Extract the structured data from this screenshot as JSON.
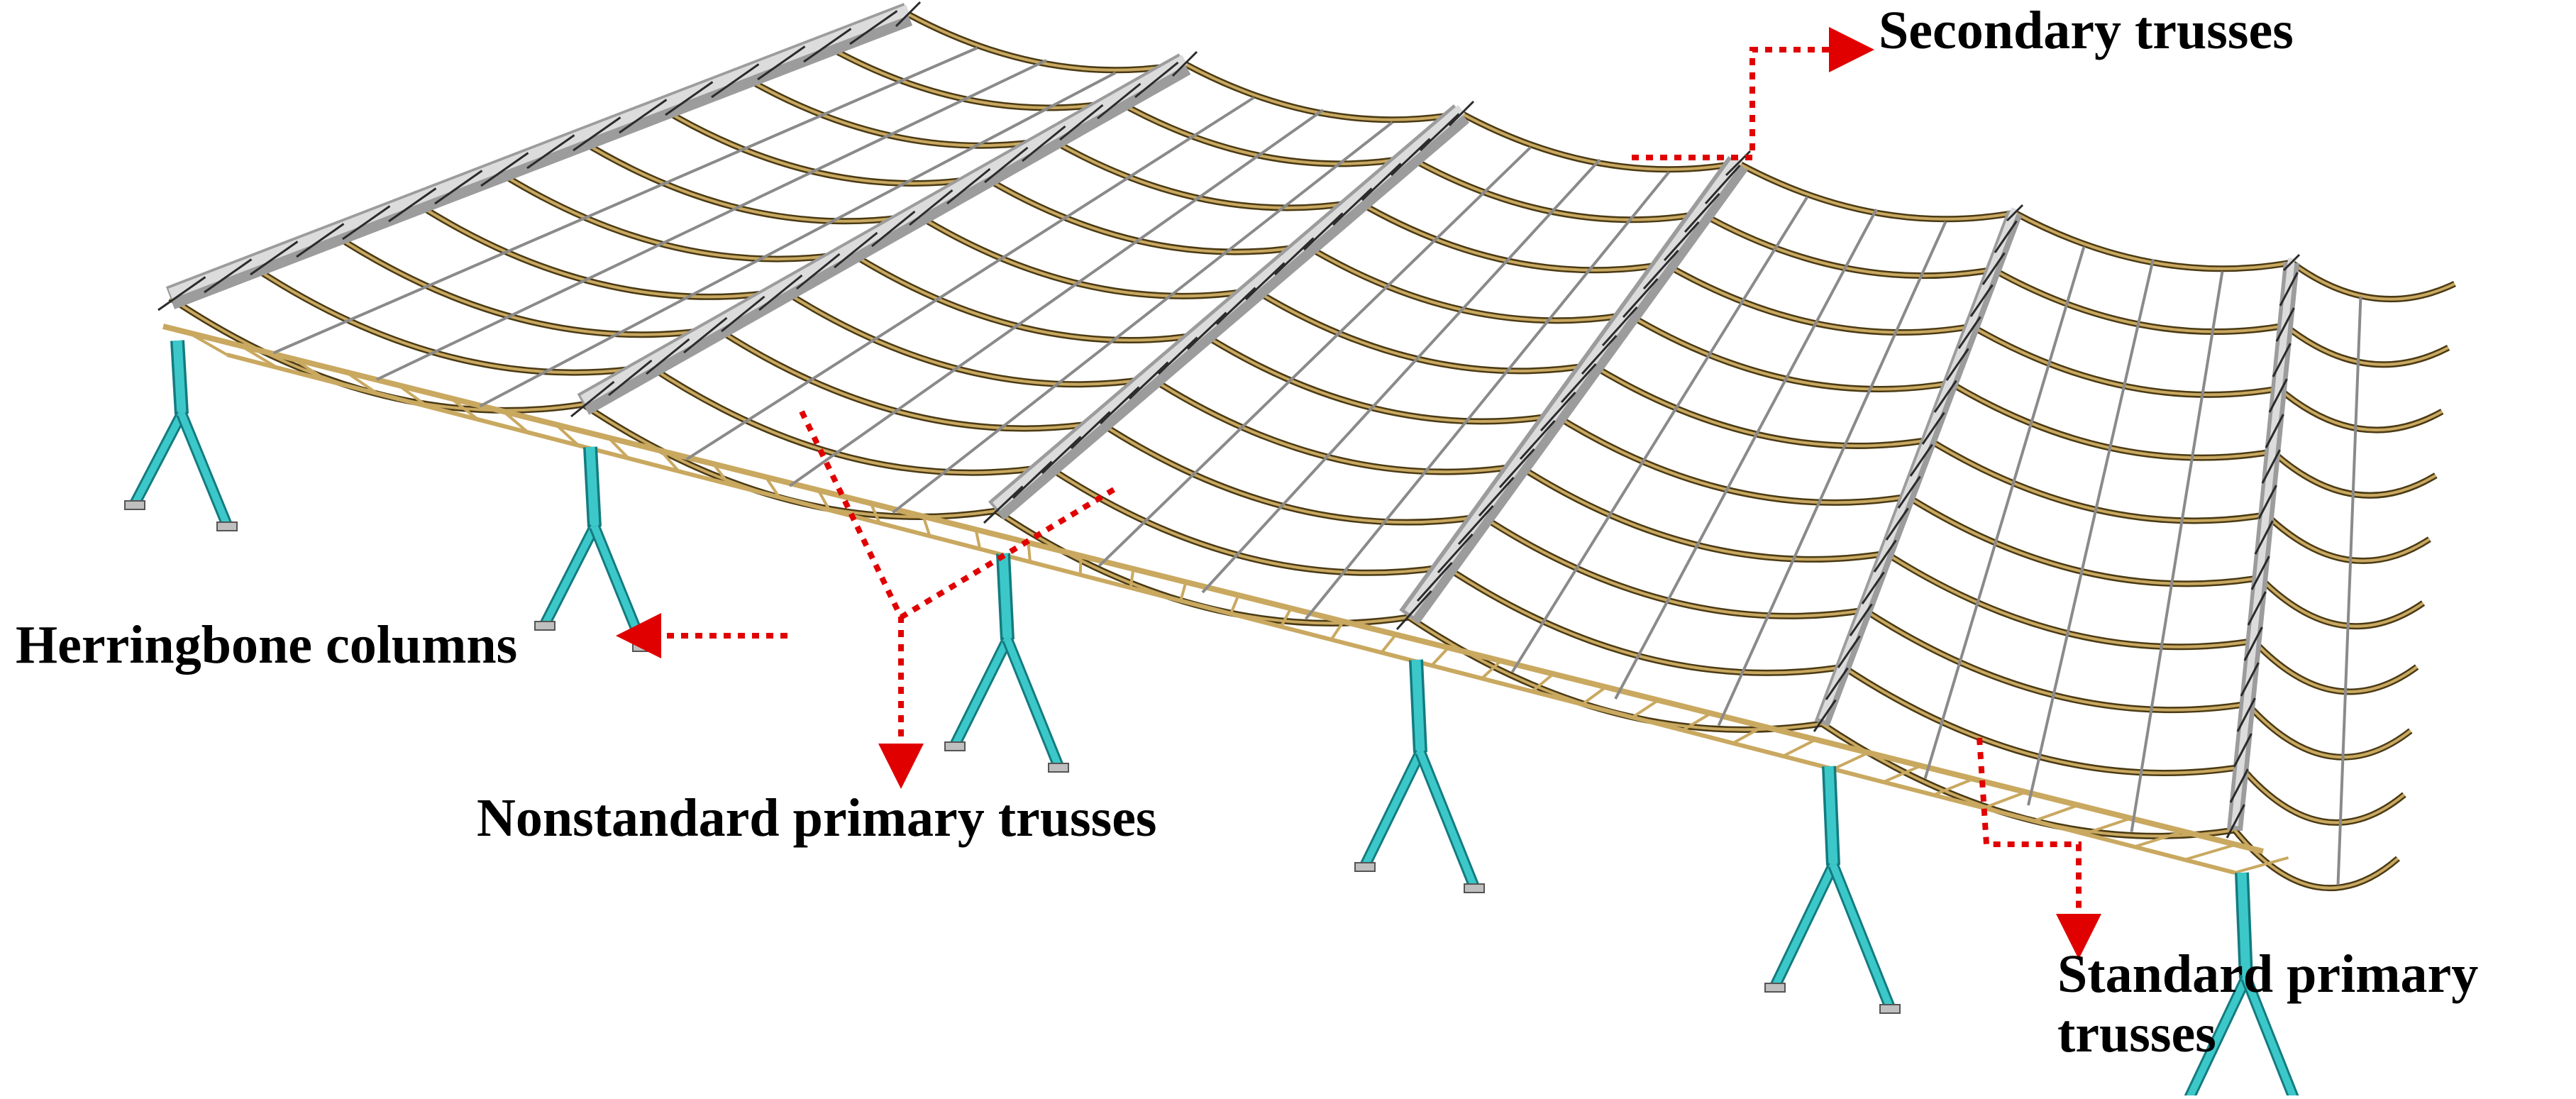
{
  "labels": {
    "secondary": "Secondary trusses",
    "herringbone": "Herringbone columns",
    "nonstandard": "Nonstandard primary trusses",
    "standard_line1": "Standard primary",
    "standard_line2": "trusses"
  },
  "colors": {
    "secondary_truss": "#c9a860",
    "secondary_truss_dark": "#4a3a14",
    "primary_truss": "#9c9c9c",
    "primary_truss_light": "#dcdcdc",
    "column": "#3cc8c8",
    "column_dark": "#137b80",
    "callout": "#e00000"
  },
  "structure": {
    "column_count": 6,
    "longitudinal_truss_count": 6
  }
}
